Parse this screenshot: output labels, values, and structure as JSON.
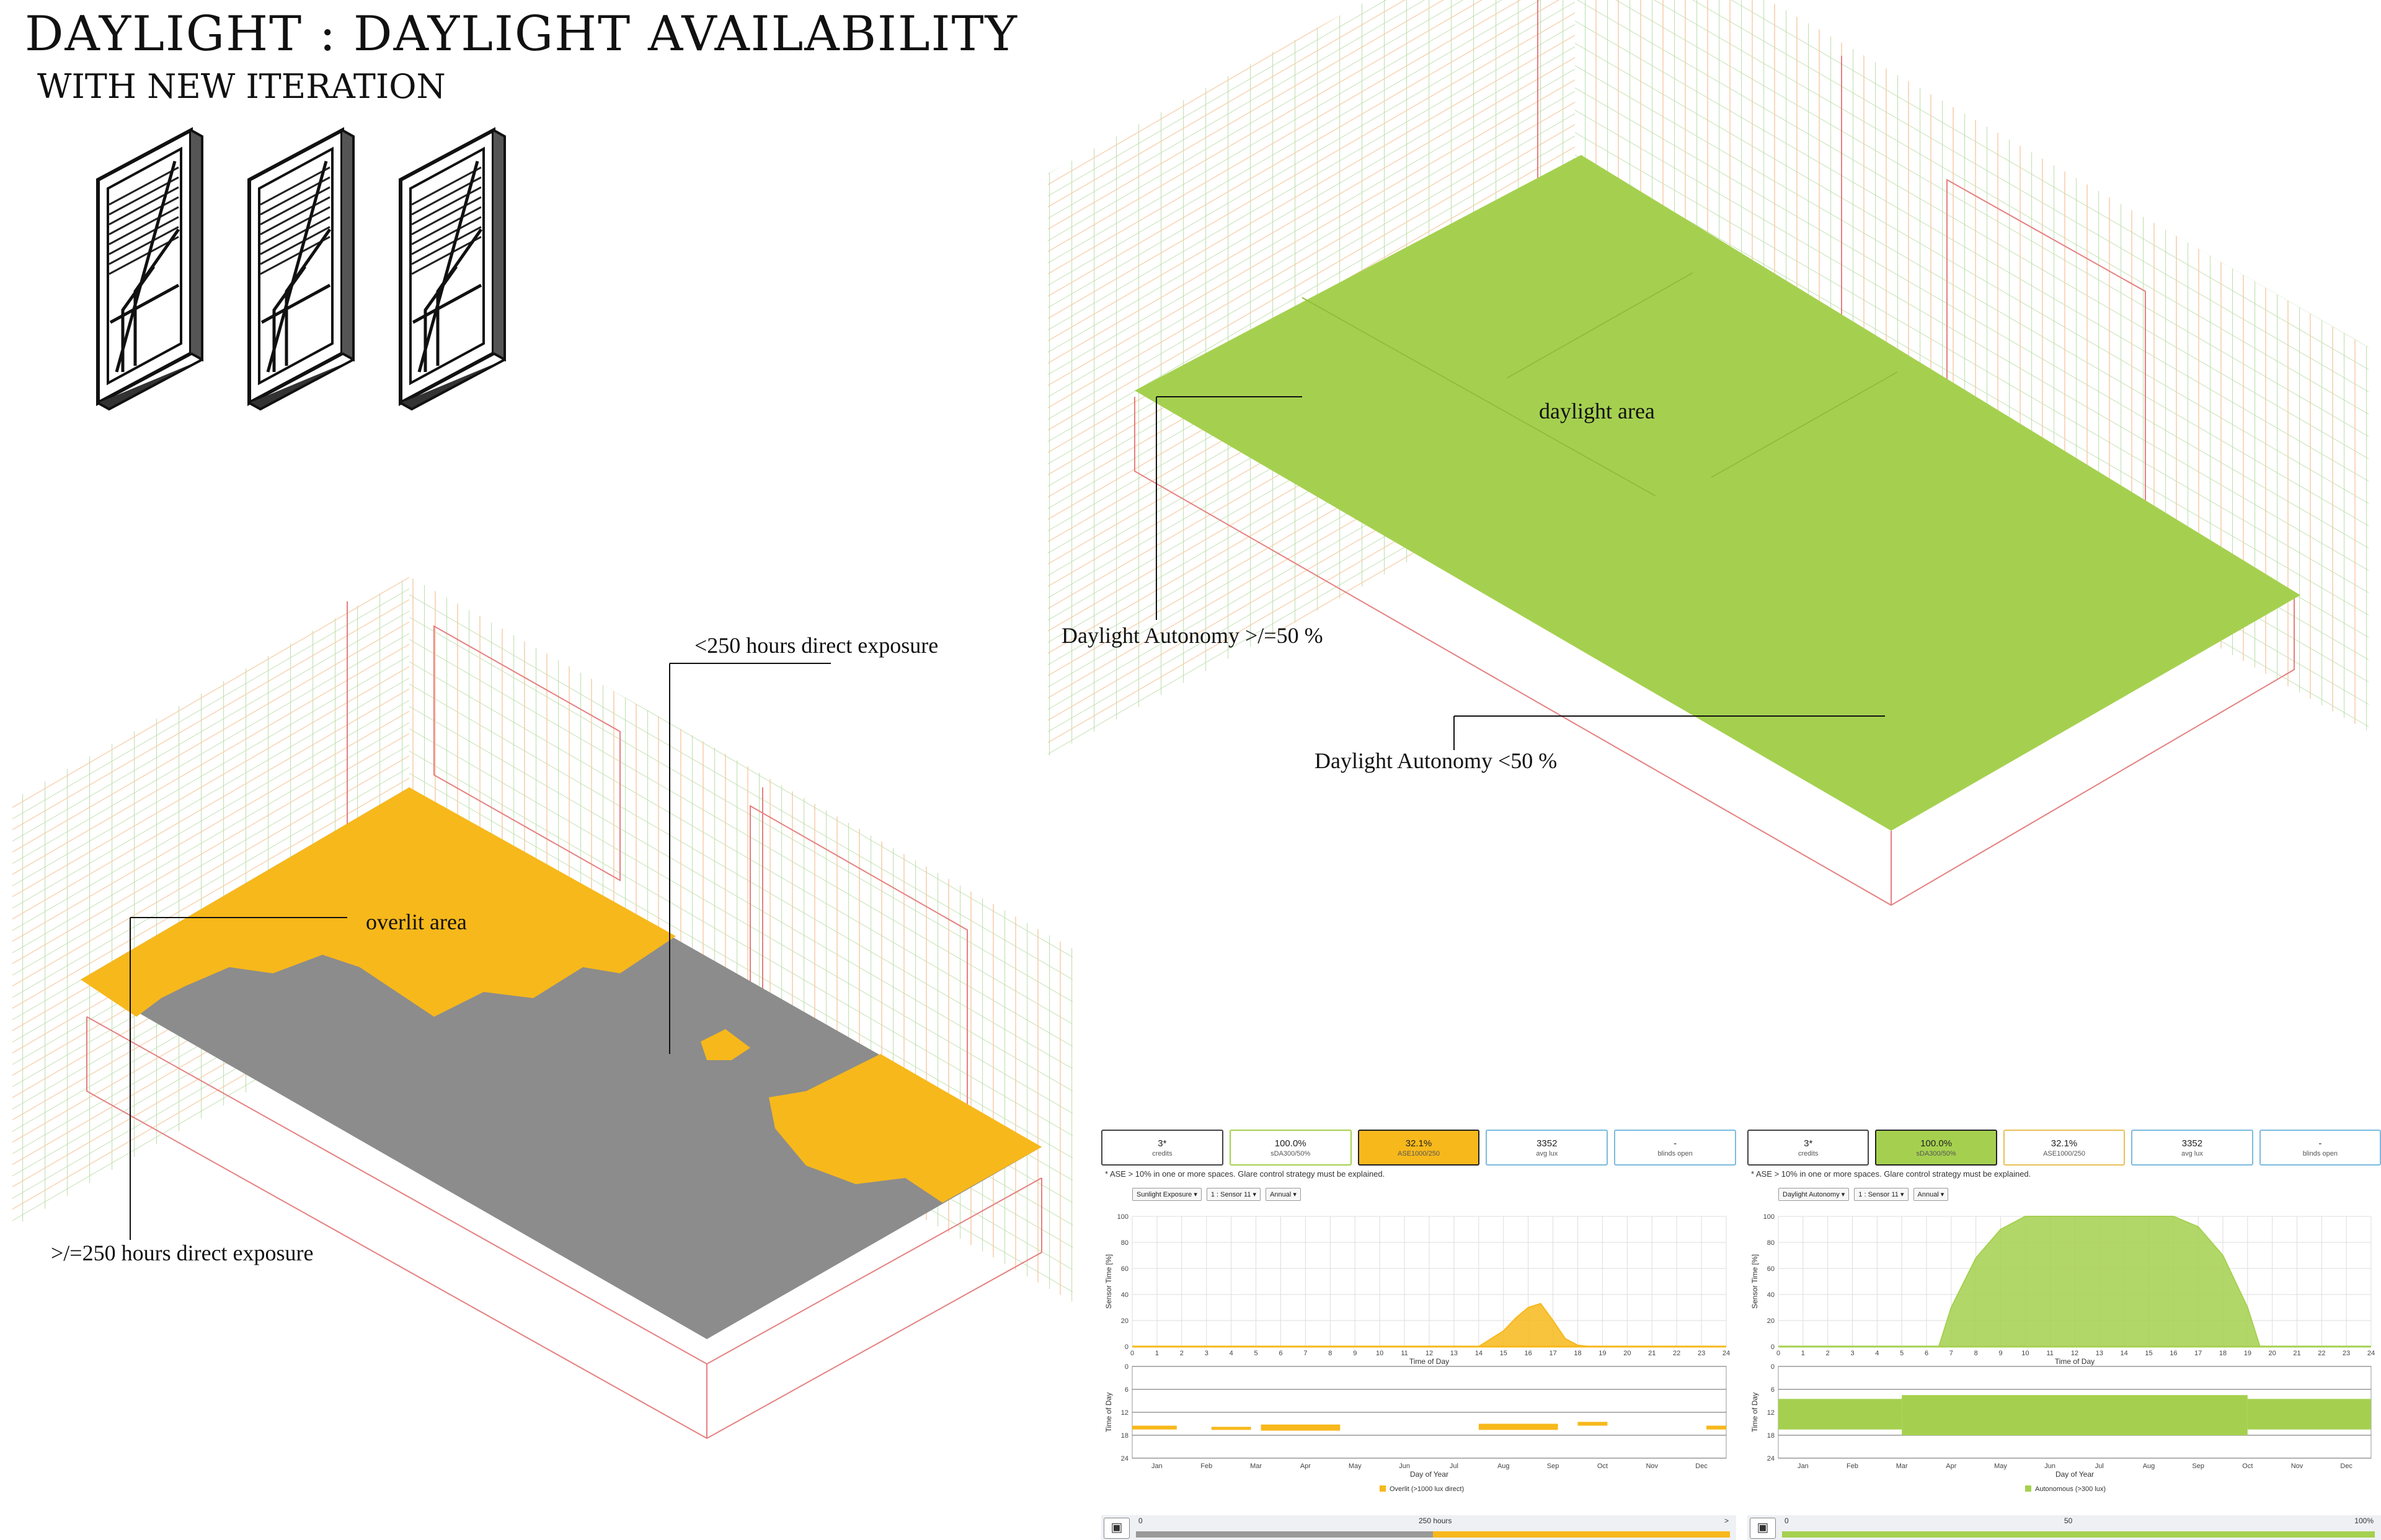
{
  "header": {
    "title": "DAYLIGHT  : DAYLIGHT AVAILABILITY",
    "subtitle": "WITH NEW ITERATION"
  },
  "labels": {
    "overlit_area": "overlit area",
    "lt250": "<250 hours direct exposure",
    "ge250": ">/=250 hours direct exposure",
    "daylight_area": "daylight area",
    "da_ge50": "Daylight Autonomy >/=50 %",
    "da_lt50": "Daylight Autonomy <50 %"
  },
  "colors": {
    "overlit": "#f7b81b",
    "grey_floor": "#8c8c8c",
    "daylight": "#a5d04f",
    "grid_green": "#b4d9a0",
    "grid_orange": "#f4c9a0",
    "red_outline": "#e58080"
  },
  "panels": [
    {
      "id": "ase",
      "metrics": [
        {
          "value": "3*",
          "label": "credits"
        },
        {
          "value": "100.0%",
          "label": "sDA300/50%"
        },
        {
          "value": "32.1%",
          "label": "ASE1000/250"
        },
        {
          "value": "3352",
          "label": "avg lux"
        },
        {
          "value": "-",
          "label": "blinds open"
        }
      ],
      "active_metric": 2,
      "metric_border_colors": [
        "#444444",
        "#a5d04f",
        "#d9a21a",
        "#7bbbe0",
        "#7bbbe0"
      ],
      "note": "* ASE > 10% in one or more spaces. Glare control strategy must be explained.",
      "controls": [
        "Sunlight Exposure",
        "1 : Sensor 11",
        "Annual"
      ],
      "legend": "Overlit (>1000 lux direct)",
      "slider_label": "250 hours",
      "slider_start": "0",
      "slider_end": ">",
      "slider_fraction": 0.5,
      "accent": "#f7b81b"
    },
    {
      "id": "da",
      "metrics": [
        {
          "value": "3*",
          "label": "credits"
        },
        {
          "value": "100.0%",
          "label": "sDA300/50%"
        },
        {
          "value": "32.1%",
          "label": "ASE1000/250"
        },
        {
          "value": "3352",
          "label": "avg lux"
        },
        {
          "value": "-",
          "label": "blinds open"
        }
      ],
      "active_metric": 1,
      "metric_border_colors": [
        "#444444",
        "#5e8f1e",
        "#e8c05a",
        "#7bbbe0",
        "#7bbbe0"
      ],
      "note": "* ASE > 10% in one or more spaces. Glare control strategy must be explained.",
      "controls": [
        "Daylight Autonomy",
        "1 : Sensor 11",
        "Annual"
      ],
      "legend": "Autonomous (>300 lux)",
      "slider_label": "50",
      "slider_start": "0",
      "slider_end": "100%",
      "slider_fraction": 0.0,
      "accent": "#a5d04f"
    }
  ],
  "chart_data": [
    {
      "type": "area",
      "panel": "ase",
      "xlabel": "Time of Day",
      "ylabel": "Sensor Time [%]",
      "x": [
        0,
        1,
        2,
        3,
        4,
        5,
        6,
        7,
        8,
        9,
        10,
        11,
        12,
        13,
        14,
        15,
        15.5,
        16,
        16.5,
        17,
        17.5,
        18,
        18.5,
        19,
        20,
        21,
        22,
        23,
        24
      ],
      "values": [
        0,
        0,
        0,
        0,
        0,
        0,
        0,
        0,
        0,
        0,
        0,
        0,
        0,
        0,
        0,
        12,
        22,
        30,
        33,
        20,
        6,
        1,
        0,
        0,
        0,
        0,
        0,
        0,
        0
      ],
      "xlim": [
        0,
        24
      ],
      "ylim": [
        0,
        100
      ],
      "yticks": [
        0,
        20,
        40,
        60,
        80,
        100
      ],
      "color": "#f7b81b"
    },
    {
      "type": "area",
      "panel": "da",
      "xlabel": "Time of Day",
      "ylabel": "Sensor Time [%]",
      "x": [
        0,
        1,
        2,
        3,
        4,
        5,
        6,
        6.5,
        7,
        8,
        9,
        10,
        11,
        12,
        13,
        14,
        15,
        16,
        17,
        18,
        18.5,
        19,
        19.5,
        20,
        21,
        22,
        23,
        24
      ],
      "values": [
        0,
        0,
        0,
        0,
        0,
        0,
        0,
        0,
        30,
        68,
        90,
        100,
        100,
        100,
        100,
        100,
        100,
        100,
        92,
        70,
        50,
        30,
        0,
        0,
        0,
        0,
        0,
        0
      ],
      "xlim": [
        0,
        24
      ],
      "ylim": [
        0,
        100
      ],
      "yticks": [
        0,
        20,
        40,
        60,
        80,
        100
      ],
      "color": "#a5d04f"
    },
    {
      "type": "heatmap",
      "panel": "ase",
      "xlabel": "Day of Year",
      "ylabel": "Time of Day",
      "months": [
        "Jan",
        "Feb",
        "Mar",
        "Apr",
        "May",
        "Jun",
        "Jul",
        "Aug",
        "Sep",
        "Oct",
        "Nov",
        "Dec"
      ],
      "yticks": [
        0,
        6,
        12,
        18,
        24
      ],
      "bands": [
        {
          "month_start": 0,
          "month_end": 0.9,
          "hour_start": 15.5,
          "hour_end": 16.5
        },
        {
          "month_start": 1.6,
          "month_end": 2.4,
          "hour_start": 15.8,
          "hour_end": 16.6
        },
        {
          "month_start": 2.6,
          "month_end": 4.2,
          "hour_start": 15.2,
          "hour_end": 16.8
        },
        {
          "month_start": 7.0,
          "month_end": 8.6,
          "hour_start": 15.0,
          "hour_end": 16.6
        },
        {
          "month_start": 9.0,
          "month_end": 9.6,
          "hour_start": 14.5,
          "hour_end": 15.5
        },
        {
          "month_start": 11.6,
          "month_end": 12.0,
          "hour_start": 15.5,
          "hour_end": 16.5
        }
      ],
      "color": "#f7b81b"
    },
    {
      "type": "heatmap",
      "panel": "da",
      "xlabel": "Day of Year",
      "ylabel": "Time of Day",
      "months": [
        "Jan",
        "Feb",
        "Mar",
        "Apr",
        "May",
        "Jun",
        "Jul",
        "Aug",
        "Sep",
        "Oct",
        "Nov",
        "Dec"
      ],
      "yticks": [
        0,
        6,
        12,
        18,
        24
      ],
      "bands": [
        {
          "month_start": 0,
          "month_end": 2.5,
          "hour_start": 8.5,
          "hour_end": 16.5
        },
        {
          "month_start": 2.5,
          "month_end": 9.5,
          "hour_start": 7.5,
          "hour_end": 18.0
        },
        {
          "month_start": 9.5,
          "month_end": 12.0,
          "hour_start": 8.5,
          "hour_end": 16.5
        }
      ],
      "color": "#a5d04f"
    }
  ]
}
